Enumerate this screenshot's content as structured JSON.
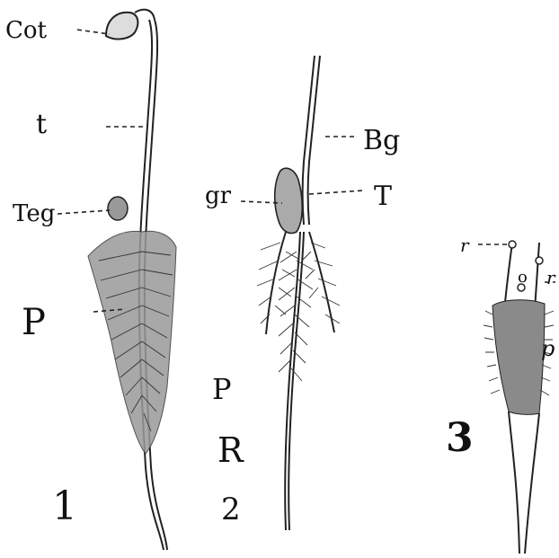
{
  "figures": [
    {
      "number": "1",
      "labels": {
        "cotyledon": "Cot",
        "stem": "t",
        "seed_coat": "Teg",
        "root_hairs": "P"
      }
    },
    {
      "number": "2",
      "labels": {
        "bud": "Bg",
        "grain": "gr",
        "stem": "T",
        "root_hairs": "P",
        "root": "R"
      }
    },
    {
      "number": "3",
      "labels": {
        "root_left": "r",
        "origin": "o",
        "root_right": "r",
        "root_hairs": "p"
      }
    }
  ],
  "colors": {
    "ink": "#111111",
    "hair_fill": "#7a7a7a",
    "background": "#ffffff"
  }
}
